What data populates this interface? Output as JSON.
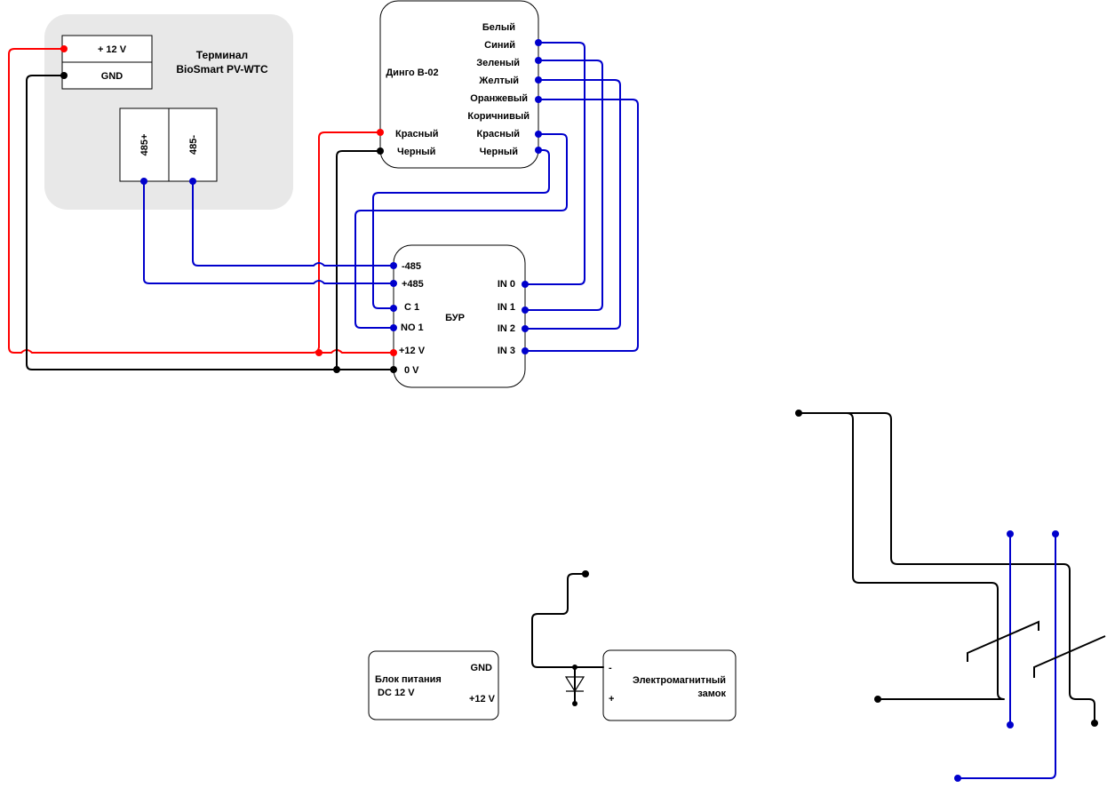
{
  "colors": {
    "red": "#ff0000",
    "black": "#000000",
    "blue": "#0000cc",
    "terminal_bg": "#e8e8e8"
  },
  "terminal": {
    "title_line1": "Терминал",
    "title_line2": "BioSmart PV-WTC",
    "power_plus": "+ 12 V",
    "power_gnd": "GND",
    "rs485_plus": "485+",
    "rs485_minus": "485-"
  },
  "dingo": {
    "title": "Динго В-02",
    "right_wires": [
      "Белый",
      "Синий",
      "Зеленый",
      "Желтый",
      "Оранжевый",
      "Коричнивый",
      "Красный",
      "Черный"
    ],
    "left_red": "Красный",
    "left_black": "Черный"
  },
  "bur": {
    "title": "БУР",
    "left_pins": [
      "-485",
      "+485",
      "C 1",
      "NO 1",
      "+12 V",
      "0 V"
    ],
    "right_pins": [
      "IN 0",
      "IN 1",
      "IN 2",
      "IN 3"
    ]
  },
  "psu": {
    "title_line1": "Блок питания",
    "title_line2": "DC 12 V",
    "gnd": "GND",
    "plus": "+12 V"
  },
  "lock": {
    "title_line1": "Электромагнитный",
    "title_line2": "замок",
    "minus": "-",
    "plus": "+"
  }
}
